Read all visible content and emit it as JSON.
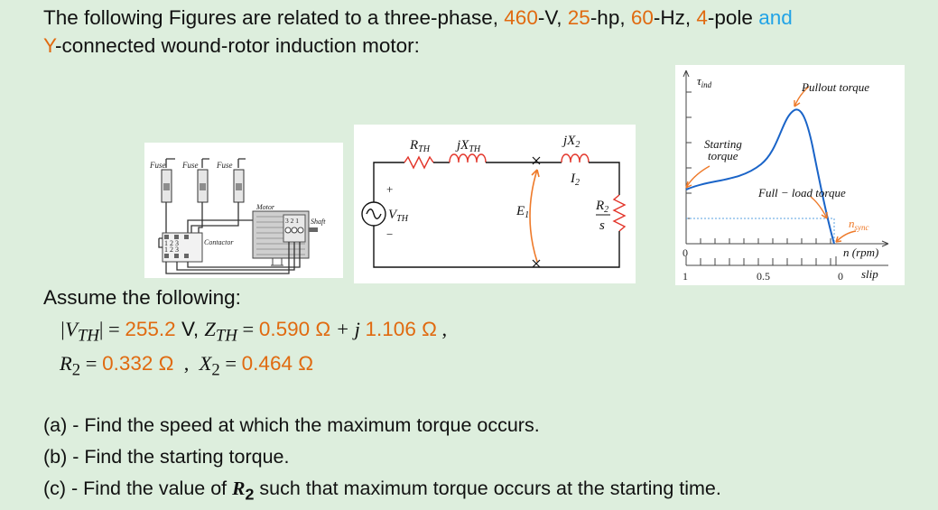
{
  "intro": {
    "l1_a": "The following Figures are related to a three-phase, ",
    "voltage": "460",
    "l1_b": "-V, ",
    "hp": "25",
    "l1_c": "-hp, ",
    "freq": "60",
    "l1_d": "-Hz, ",
    "poles": "4",
    "l1_e": "-pole ",
    "and_word": "and",
    "y_letter": "Y",
    "l2_rest": "-connected wound-rotor induction motor:"
  },
  "motor_fig": {
    "fuse_label": "Fuse",
    "motor_label": "Motor",
    "shaft_label": "Shaft",
    "contactor_label": "Contactor",
    "nums_321": "3 2 1",
    "nums_123": "1 2 3"
  },
  "circuit_fig": {
    "rth": "R",
    "rth_sub": "TH",
    "jxth": "jX",
    "jxth_sub": "TH",
    "jx2": "jX",
    "jx2_sub": "2",
    "i2": "I",
    "i2_sub": "2",
    "vth": "V",
    "vth_sub": "TH",
    "e1": "E",
    "e1_sub": "1",
    "r2s_num": "R",
    "r2s_num_sub": "2",
    "r2s_den": "s",
    "plus": "+",
    "minus": "−"
  },
  "curve_fig": {
    "tau": "τ",
    "tau_sub": "ind",
    "pullout": "Pullout torque",
    "starting_1": "Starting",
    "starting_2": "torque",
    "full_load": "Full − load torque",
    "nsync": "n",
    "nsync_sub": "sync",
    "n_rpm": "n (rpm)",
    "slip": "slip",
    "tick_0": "0",
    "tick_1": "1",
    "tick_05": "0.5",
    "tick_0b": "0",
    "colors": {
      "curve": "#1a64c8",
      "arrow": "#ee7a2a",
      "sync_line": "#5aa0e0"
    },
    "chart_data": {
      "type": "line",
      "xlabel": "n (rpm)",
      "ylabel": "τind",
      "annotations": [
        "Pullout torque",
        "Starting torque",
        "Full − load torque",
        "nsync"
      ],
      "x_ticks": [
        "0"
      ],
      "slip_ticks": [
        "1",
        "0.5",
        "0"
      ]
    }
  },
  "assume": {
    "title": "Assume the following:",
    "vth": "|V",
    "vth_sub": "TH",
    "vth_close": "|",
    "eq": " = ",
    "vth_val": "255.2",
    "vth_unit": " V, ",
    "zth": "Z",
    "zth_sub": "TH",
    "zth_val": "0.590 Ω",
    "zth_j": " + j ",
    "zth_val2": "1.106 Ω",
    "zth_end": " ,",
    "r2": "R",
    "r2_sub": "2",
    "r2_val": "0.332 Ω",
    "sep": "  ,  ",
    "x2": "X",
    "x2_sub": "2",
    "x2_val": "0.464 Ω"
  },
  "questions": {
    "a": "(a) - Find the speed at which the maximum torque occurs.",
    "b": "(b) - Find the starting torque.",
    "c_pre": "(c) - Find the value of ",
    "c_var": "R",
    "c_sub": "2",
    "c_post": " such that maximum torque occurs at the starting time."
  }
}
